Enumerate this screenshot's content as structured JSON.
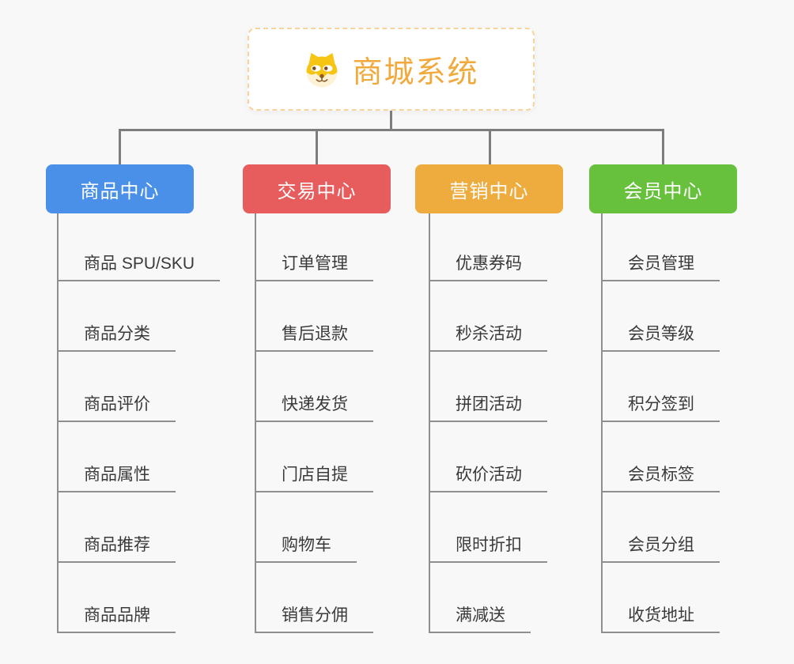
{
  "root": {
    "title": "商城系统",
    "icon": "shiba-dog-icon"
  },
  "columns": [
    {
      "label": "商品中心",
      "color": "#4B90E8",
      "children": [
        "商品 SPU/SKU",
        "商品分类",
        "商品评价",
        "商品属性",
        "商品推荐",
        "商品品牌"
      ]
    },
    {
      "label": "交易中心",
      "color": "#E75C5C",
      "children": [
        "订单管理",
        "售后退款",
        "快递发货",
        "门店自提",
        "购物车",
        "销售分佣"
      ]
    },
    {
      "label": "营销中心",
      "color": "#EEAC3F",
      "children": [
        "优惠券码",
        "秒杀活动",
        "拼团活动",
        "砍价活动",
        "限时折扣",
        "满减送"
      ]
    },
    {
      "label": "会员中心",
      "color": "#68C13C",
      "children": [
        "会员管理",
        "会员等级",
        "积分签到",
        "会员标签",
        "会员分组",
        "收货地址"
      ]
    }
  ],
  "colors": {
    "background": "#F8F8F8",
    "root_text": "#F2A93B",
    "root_border": "#F6D49C",
    "connector": "#7D7D7D",
    "leaf_line": "#8F8F8F",
    "leaf_text": "#3A3A3A",
    "branch_text": "#FFFFFF"
  }
}
